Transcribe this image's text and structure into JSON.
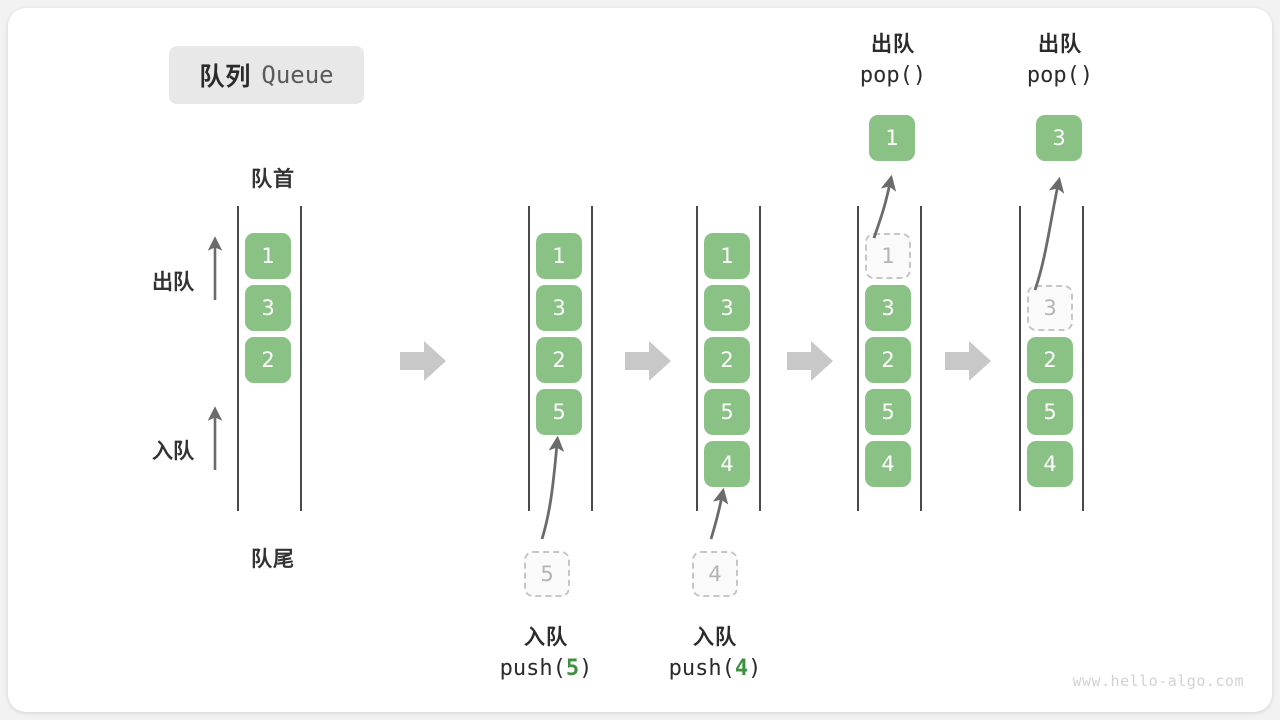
{
  "title": {
    "zh": "队列",
    "en": "Queue"
  },
  "labels": {
    "head": "队首",
    "tail": "队尾",
    "dequeue": "出队",
    "enqueue": "入队"
  },
  "watermark": "www.hello-algo.com",
  "colors": {
    "element": "#8ac185",
    "ghost_border": "#c6c6c6",
    "ghost_text": "#b4b4b4",
    "rail": "#4a4a4a",
    "arrow": "#6b6b6b",
    "step_arrow": "#c8c8c8",
    "accent_text": "#3f9142",
    "badge_bg": "#e8e8e8"
  },
  "chart_data": {
    "type": "diagram",
    "title": "队列 Queue",
    "columns": [
      {
        "id": "initial",
        "slots": [
          {
            "value": "1",
            "state": "filled"
          },
          {
            "value": "3",
            "state": "filled"
          },
          {
            "value": "2",
            "state": "filled"
          },
          {
            "value": "",
            "state": "empty"
          },
          {
            "value": "",
            "state": "empty"
          }
        ],
        "operation": null
      },
      {
        "id": "after-push-5",
        "slots": [
          {
            "value": "1",
            "state": "filled"
          },
          {
            "value": "3",
            "state": "filled"
          },
          {
            "value": "2",
            "state": "filled"
          },
          {
            "value": "5",
            "state": "filled"
          },
          {
            "value": "",
            "state": "empty"
          }
        ],
        "operation": {
          "kind": "push",
          "zh": "入队",
          "code_prefix": "push(",
          "value": "5",
          "code_suffix": ")",
          "ghost": "5"
        }
      },
      {
        "id": "after-push-4",
        "slots": [
          {
            "value": "1",
            "state": "filled"
          },
          {
            "value": "3",
            "state": "filled"
          },
          {
            "value": "2",
            "state": "filled"
          },
          {
            "value": "5",
            "state": "filled"
          },
          {
            "value": "4",
            "state": "filled"
          }
        ],
        "operation": {
          "kind": "push",
          "zh": "入队",
          "code_prefix": "push(",
          "value": "4",
          "code_suffix": ")",
          "ghost": "4"
        }
      },
      {
        "id": "after-pop-1",
        "slots": [
          {
            "value": "1",
            "state": "ghost"
          },
          {
            "value": "3",
            "state": "filled"
          },
          {
            "value": "2",
            "state": "filled"
          },
          {
            "value": "5",
            "state": "filled"
          },
          {
            "value": "4",
            "state": "filled"
          }
        ],
        "operation": {
          "kind": "pop",
          "zh": "出队",
          "code_prefix": "pop(",
          "value": "",
          "code_suffix": ")",
          "popped": "1"
        }
      },
      {
        "id": "after-pop-3",
        "slots": [
          {
            "value": "",
            "state": "empty"
          },
          {
            "value": "3",
            "state": "ghost"
          },
          {
            "value": "2",
            "state": "filled"
          },
          {
            "value": "5",
            "state": "filled"
          },
          {
            "value": "4",
            "state": "filled"
          }
        ],
        "operation": {
          "kind": "pop",
          "zh": "出队",
          "code_prefix": "pop(",
          "value": "",
          "code_suffix": ")",
          "popped": "3"
        }
      }
    ]
  }
}
